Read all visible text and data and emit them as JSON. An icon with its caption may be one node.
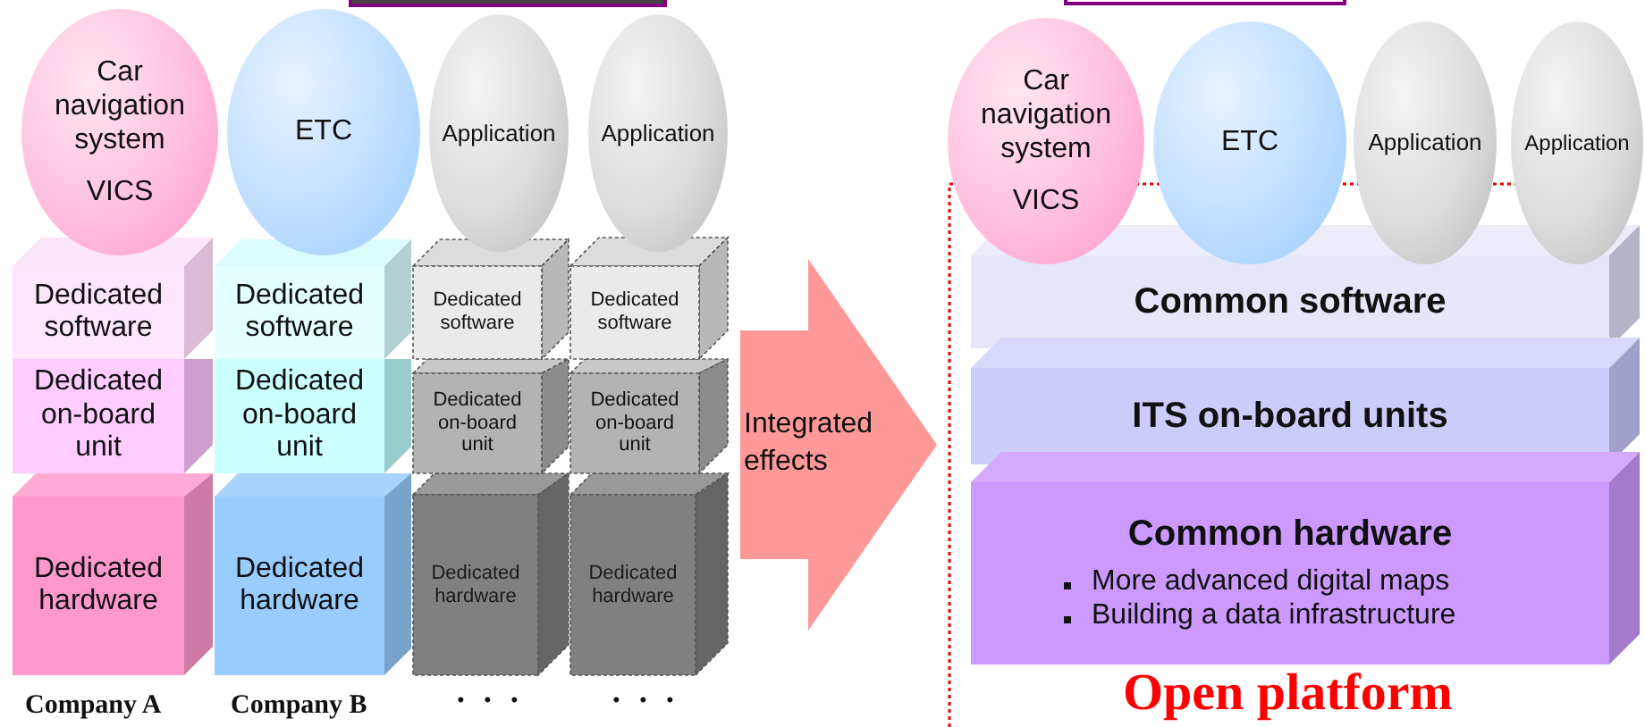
{
  "diagram": {
    "nodes": [
      {
        "text": [
          "Car navigation system",
          "VICS"
        ]
      },
      {
        "text": [
          "ETC"
        ]
      },
      {
        "text": [
          "Application"
        ]
      },
      {
        "text": [
          "Application"
        ]
      },
      {
        "text": [
          "Dedicated software"
        ]
      },
      {
        "text": [
          "Dedicated software"
        ]
      },
      {
        "text": [
          "Dedicated software"
        ]
      },
      {
        "text": [
          "Dedicated software"
        ]
      },
      {
        "text": [
          "Dedicated on-board unit"
        ]
      },
      {
        "text": [
          "Dedicated on-board unit"
        ]
      },
      {
        "text": [
          "Dedicated on-board unit"
        ]
      },
      {
        "text": [
          "Dedicated on-board unit"
        ]
      },
      {
        "text": [
          "Dedicated hardware"
        ]
      },
      {
        "text": [
          "Dedicated hardware"
        ]
      },
      {
        "text": [
          "Dedicated hardware"
        ]
      },
      {
        "text": [
          "Dedicated hardware"
        ]
      },
      {
        "text": [
          "Integrated effects"
        ]
      },
      {
        "text": [
          "Car navigation system",
          "VICS"
        ]
      },
      {
        "text": [
          "ETC"
        ]
      },
      {
        "text": [
          "Application"
        ]
      },
      {
        "text": [
          "Application"
        ]
      },
      {
        "text": [
          "Common software"
        ]
      },
      {
        "text": [
          "ITS on-board units"
        ]
      },
      {
        "text": [
          "Common hardware",
          "More advanced digital maps",
          "Building a data infrastructure"
        ]
      }
    ],
    "labels": [
      "Company A",
      "Company B",
      "・・・",
      "・・・",
      "Open platform"
    ]
  }
}
